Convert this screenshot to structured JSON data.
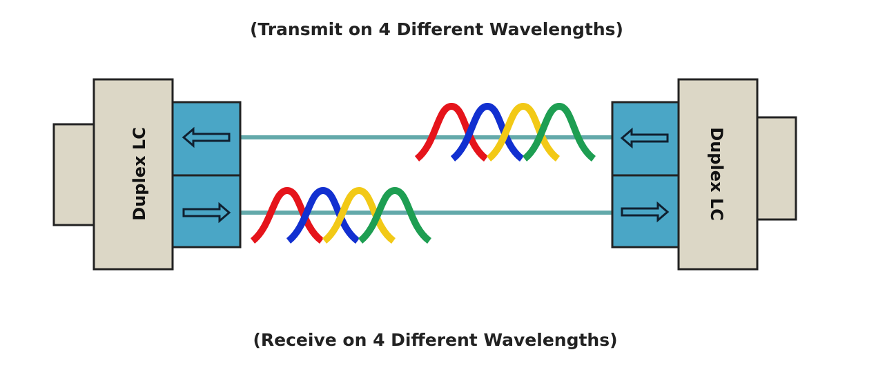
{
  "captions": {
    "top": "(Transmit on 4 Different Wavelengths)",
    "bottom": "(Receive on 4 Different Wavelengths)"
  },
  "connectors": {
    "left": {
      "label": "Duplex LC"
    },
    "right": {
      "label": "Duplex LC"
    }
  },
  "colors": {
    "housing": "#dcd7c6",
    "port": "#4aa6c6",
    "fiber": "#63a9aa",
    "wavelengths": [
      "#e5141b",
      "#1230d0",
      "#f2c916",
      "#1e9e52"
    ]
  }
}
